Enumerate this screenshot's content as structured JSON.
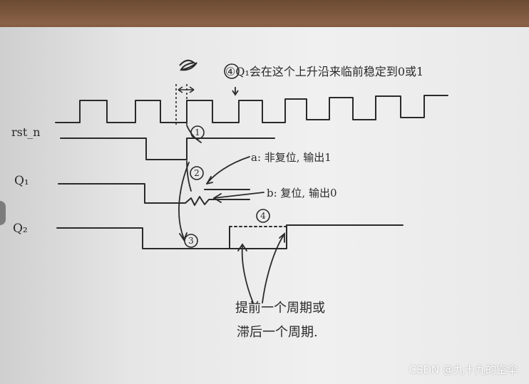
{
  "signals": {
    "rst": "rst_n",
    "q1": "Q₁",
    "q2": "Q₂"
  },
  "notes": {
    "top": "④Q₁会在这个上升沿来临前稳定到0或1",
    "a": "a: 非复位, 输出1",
    "b": "b: 复位, 输出0",
    "bottom_line1": "提前一个周期或",
    "bottom_line2": "滞后一个周期."
  },
  "circled": [
    "①",
    "②",
    "③",
    "④"
  ],
  "watermark": "CSDN @九十九的空伞",
  "colors": {
    "ink": "#2a2a2a",
    "paper": "#ececec",
    "wood": "#7a5a3e"
  }
}
